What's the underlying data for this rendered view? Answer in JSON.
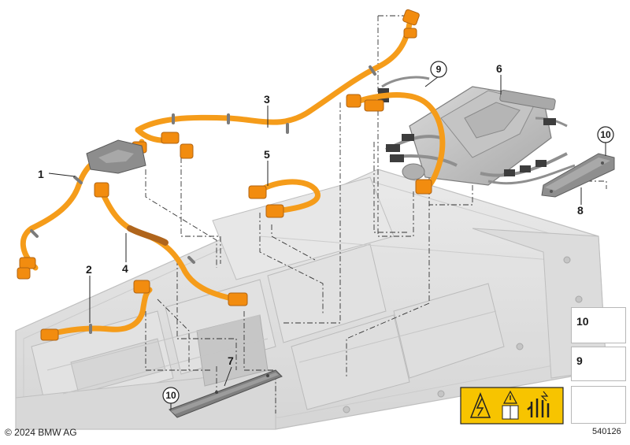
{
  "callouts": {
    "c1": "1",
    "c2": "2",
    "c3": "3",
    "c4": "4",
    "c5": "5",
    "c6": "6",
    "c7": "7",
    "c8": "8",
    "c9": "9",
    "c10a": "10",
    "c10b": "10"
  },
  "legend": {
    "item10": "10",
    "item9": "9"
  },
  "footer": {
    "copyright": "© 2024 BMW AG",
    "diagram_number": "540126"
  },
  "colors": {
    "cable": "#f59c1a",
    "cable_dark": "#d77f10",
    "housing": "#c9c9c9",
    "housing_dark": "#9a9a9a",
    "warning": "#f7c400"
  }
}
